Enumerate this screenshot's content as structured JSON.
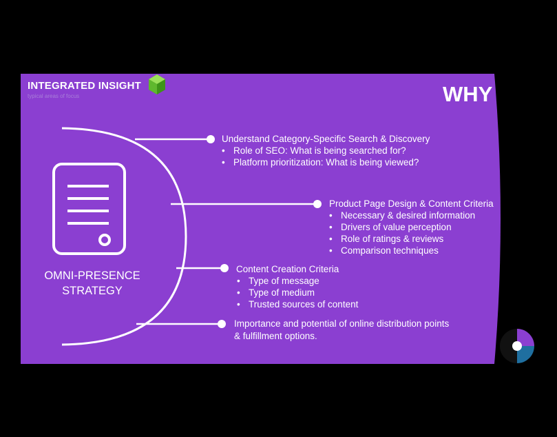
{
  "brand": {
    "title": "INTEGRATED INSIGHT",
    "subtitle": "typical areas of focus",
    "icon": "green-cube-icon"
  },
  "heading": "WHY",
  "center": {
    "label": "OMNI-PRESENCE STRATEGY",
    "icon": "document-icon"
  },
  "branches": [
    {
      "title": "Understand Category-Specific Search & Discovery",
      "bullets": [
        "Role of SEO:  What is being searched for?",
        "Platform prioritization:  What is being viewed?"
      ]
    },
    {
      "title": "Product Page Design & Content Criteria",
      "bullets": [
        "Necessary & desired information",
        "Drivers of value perception",
        "Role of ratings & reviews",
        "Comparison techniques"
      ]
    },
    {
      "title": "Content Creation Criteria",
      "bullets": [
        "Type of message",
        "Type of medium",
        "Trusted sources of content"
      ]
    },
    {
      "title": "Importance and potential of online distribution points",
      "continuation": "& fulfillment options.",
      "bullets": []
    }
  ],
  "colors": {
    "background": "#8b3fd1",
    "frame": "#000000",
    "text": "#ffffff",
    "cube": "#5fb82e"
  }
}
